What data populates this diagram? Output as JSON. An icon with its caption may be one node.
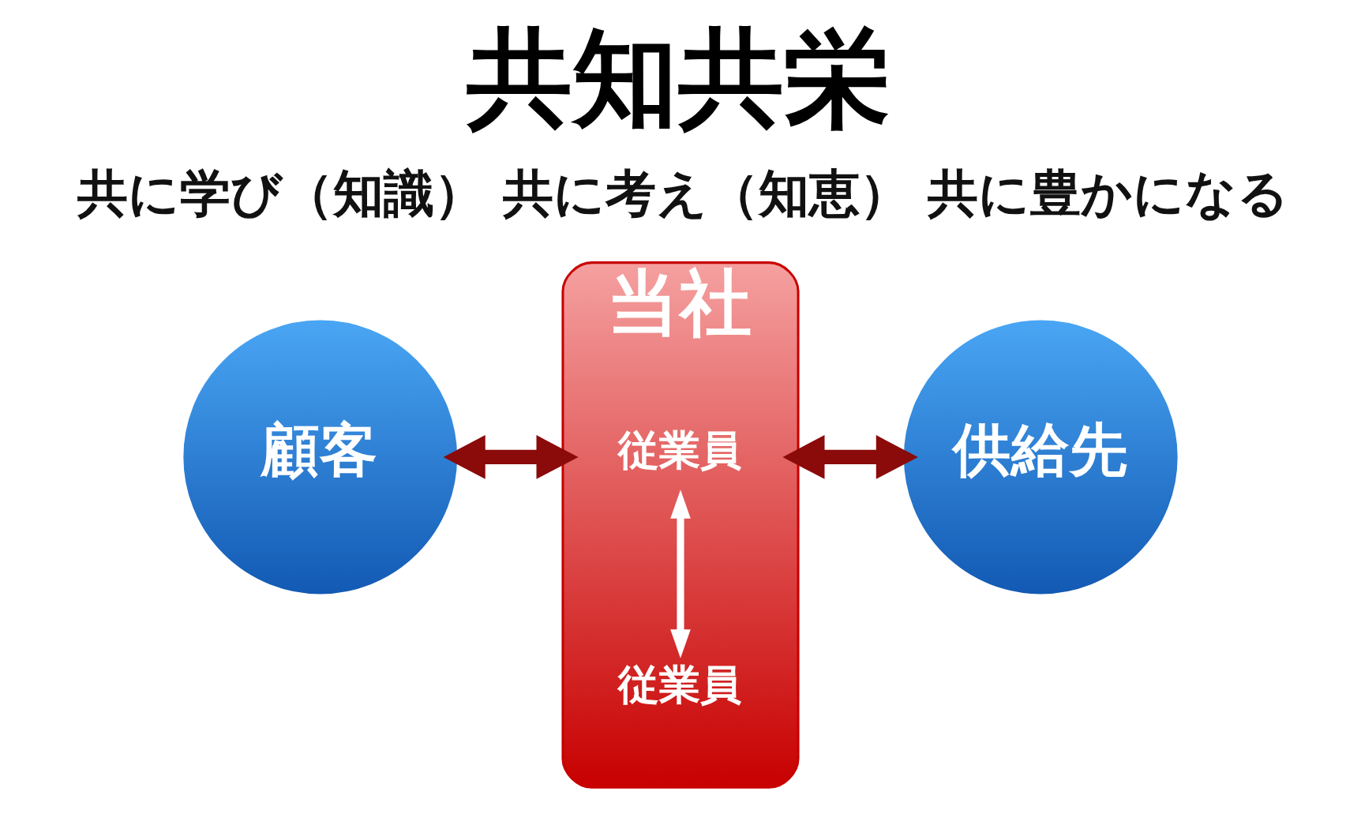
{
  "diagram": {
    "title": "共知共栄",
    "nodes": [
      {
        "text": [
          "顧客"
        ]
      },
      {
        "text": [
          "当社"
        ]
      },
      {
        "text": [
          "従業員"
        ],
        "in": 1
      },
      {
        "text": [
          "従業員"
        ],
        "in": 1
      },
      {
        "text": [
          "供給先"
        ]
      }
    ],
    "edges": [
      {
        "from": 0,
        "to": 1,
        "arrow": "both"
      },
      {
        "from": 2,
        "to": 3,
        "arrow": "both",
        "color": "#ffffff"
      },
      {
        "from": 1,
        "to": 4,
        "arrow": "both"
      }
    ],
    "labels": [
      "共に学び（知識） 共に考え（知恵） 共に豊かになる"
    ]
  }
}
